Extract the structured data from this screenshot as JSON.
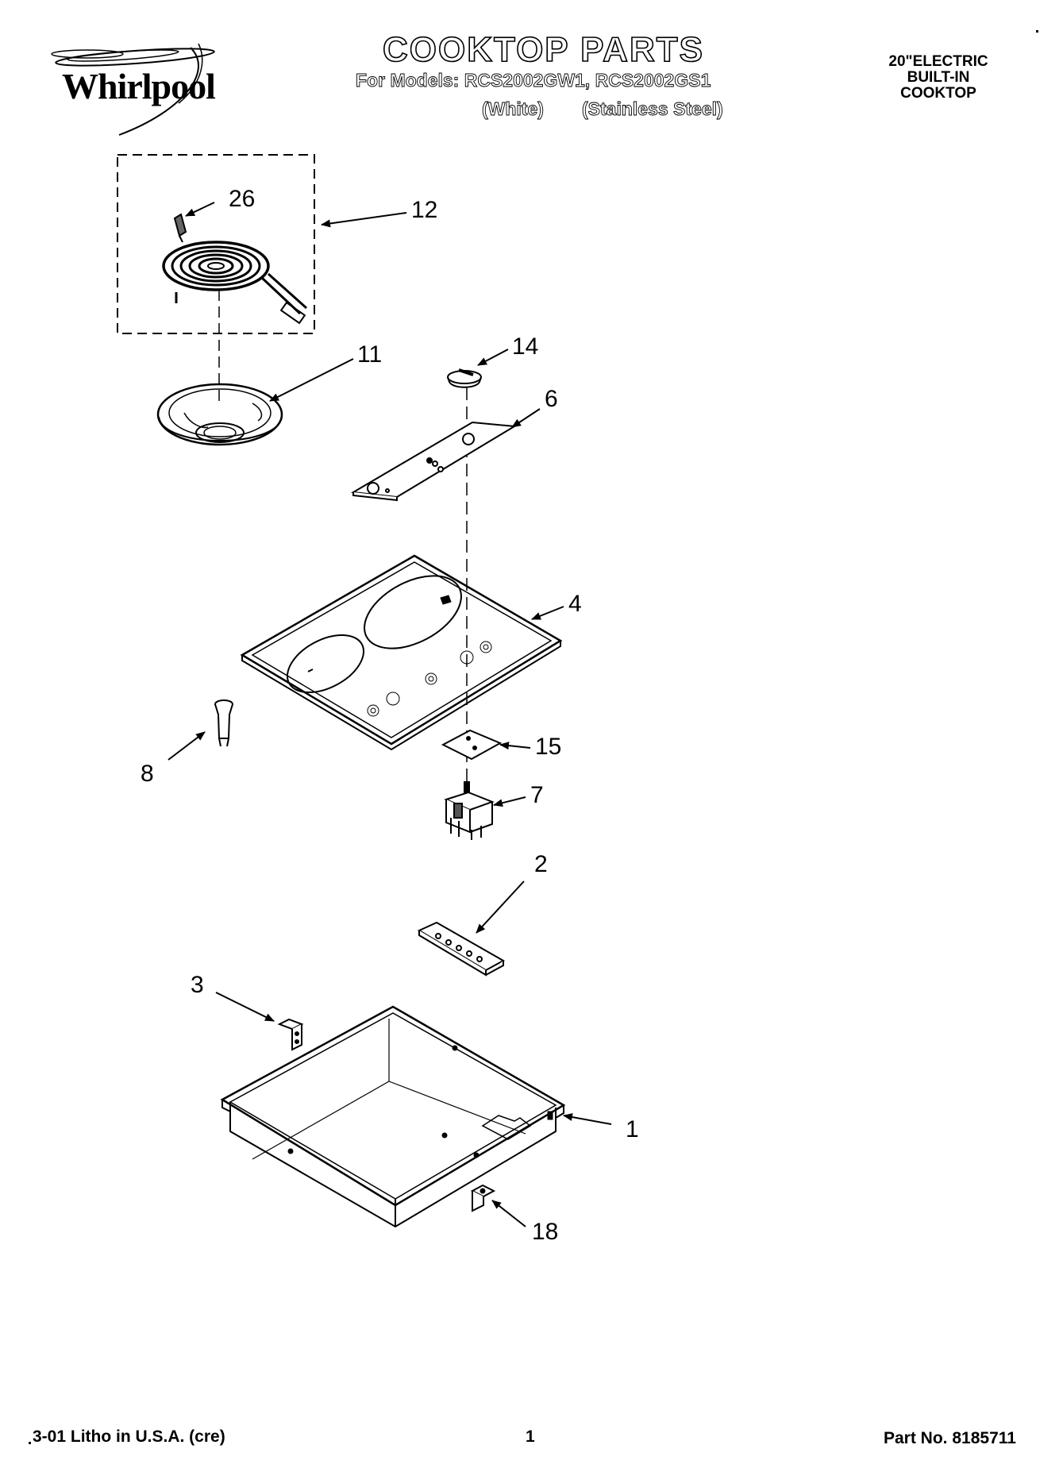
{
  "brand": {
    "name": "Whirlpool"
  },
  "header": {
    "title": "COOKTOP PARTS",
    "models_line": "For Models: RCS2002GW1, RCS2002GS1",
    "variant_white": "(White)",
    "variant_stainless": "(Stainless Steel)"
  },
  "spec": {
    "line1": "20\"ELECTRIC",
    "line2": "BUILT-IN",
    "line3": "COOKTOP"
  },
  "callouts": {
    "c26": "26",
    "c12": "12",
    "c11": "11",
    "c14": "14",
    "c6": "6",
    "c4": "4",
    "c8": "8",
    "c15": "15",
    "c7": "7",
    "c2": "2",
    "c3": "3",
    "c1": "1",
    "c18": "18"
  },
  "footer": {
    "litho": "3-01 Litho in U.S.A. (cre)",
    "page": "1",
    "part_no": "Part No. 8185711"
  }
}
